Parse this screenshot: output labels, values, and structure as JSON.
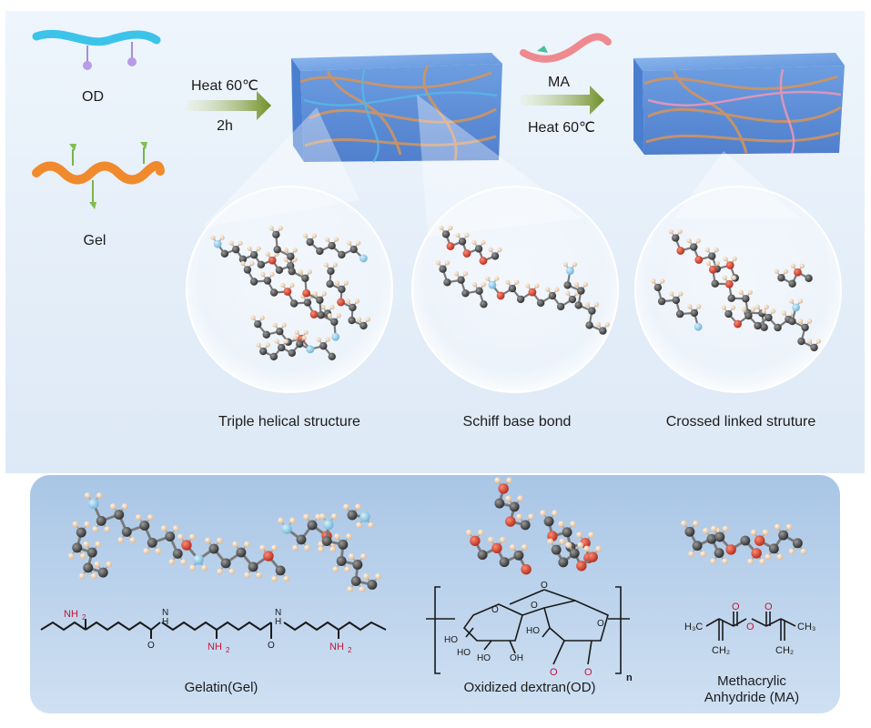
{
  "top": {
    "od_label": "OD",
    "gel_label": "Gel",
    "step1": {
      "line1": "Heat 60℃",
      "line2": "2h"
    },
    "step2": {
      "line1": "MA",
      "line2": "Heat 60℃"
    },
    "zoom_labels": [
      "Triple helical structure",
      "Schiff base bond",
      "Crossed linked struture"
    ]
  },
  "panel": {
    "gelatin": {
      "name": "Gelatin(Gel)",
      "groups": {
        "nh2_a": "NH",
        "nh2_a_sub": "2",
        "nh2_b": "NH",
        "nh2_b_sub": "2",
        "nh2_c": "NH",
        "nh2_c_sub": "2",
        "n1": "N",
        "h1": "H",
        "n2": "N",
        "h2": "H",
        "o1": "O",
        "o2": "O"
      }
    },
    "dextran": {
      "name": "Oxidized dextran(OD)",
      "repeat": "n",
      "groups": {
        "o_ring1": "O",
        "o_link": "O",
        "o_ring2": "O",
        "o_top": "O",
        "ho_a": "HO",
        "ho_b": "HO",
        "ho_c": "HO",
        "oh_a": "OH",
        "ho_d": "HO",
        "o_ald1": "O",
        "o_ald2": "O"
      }
    },
    "ma": {
      "name_line1": "Methacrylic",
      "name_line2": "Anhydride (MA)",
      "groups": {
        "h3c": "H₃C",
        "ch3": "CH₃",
        "o_mid": "O",
        "o_c1": "O",
        "o_c2": "O",
        "ch2_a": "CH₂",
        "ch2_b": "CH₂"
      }
    }
  },
  "colors": {
    "background": "#e4eef9",
    "panel": "#b9d2ec",
    "od_strand": "#3cc3ea",
    "gel_strand": "#f08a2c",
    "arrow": "#7a9a2e",
    "hydrogel": "#6fa3e3",
    "carbon": "#3a3a3a",
    "oxygen": "#d23a2a",
    "nitrogen": "#8ec9e6",
    "hydrogen": "#f3dcc2"
  }
}
